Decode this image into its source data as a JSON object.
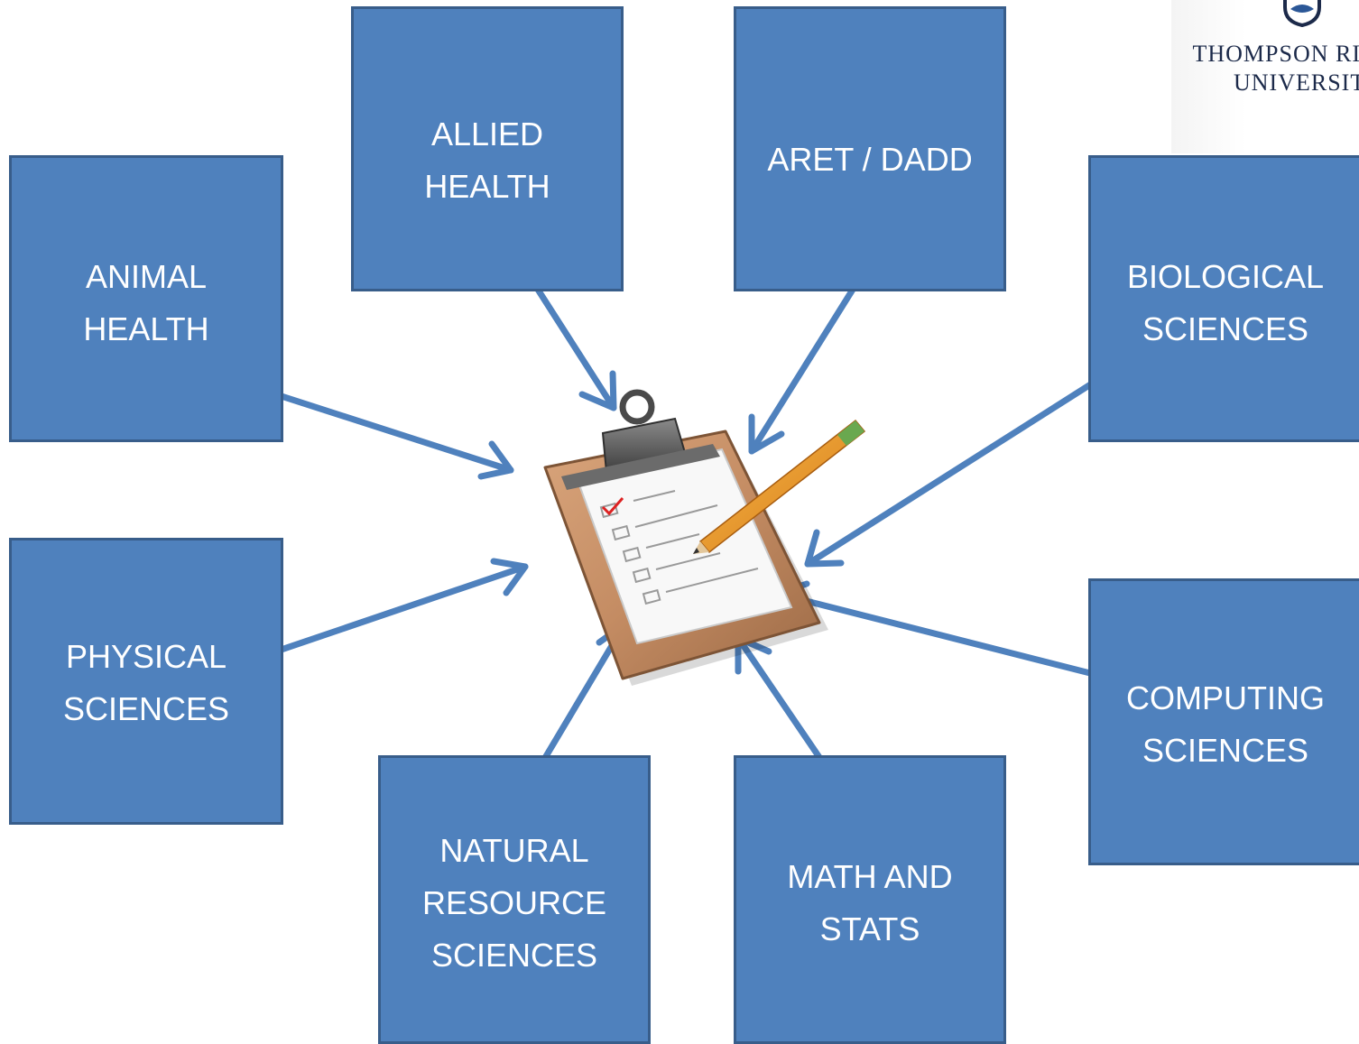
{
  "boxes": {
    "allied_health": "ALLIED\nHEALTH",
    "aret_dadd": "ARET / DADD",
    "animal_health": "ANIMAL\nHEALTH",
    "biological_sciences": "BIOLOGICAL\nSCIENCES",
    "physical_sciences": "PHYSICAL\nSCIENCES",
    "computing_sciences": "COMPUTING\nSCIENCES",
    "natural_resource_sciences": "NATURAL\nRESOURCE\nSCIENCES",
    "math_and_stats": "MATH  AND\nSTATS"
  },
  "logo": {
    "text": "THOMPSON RIVERS\nUNIVERSITY"
  },
  "colors": {
    "box_fill": "#4f81bd",
    "box_border": "#385d8a",
    "arrow": "#4f81bd",
    "box_text": "#ffffff"
  },
  "icons": {
    "center": "clipboard-checklist-icon",
    "pencil": "pencil-icon",
    "logo": "university-crest-icon"
  }
}
